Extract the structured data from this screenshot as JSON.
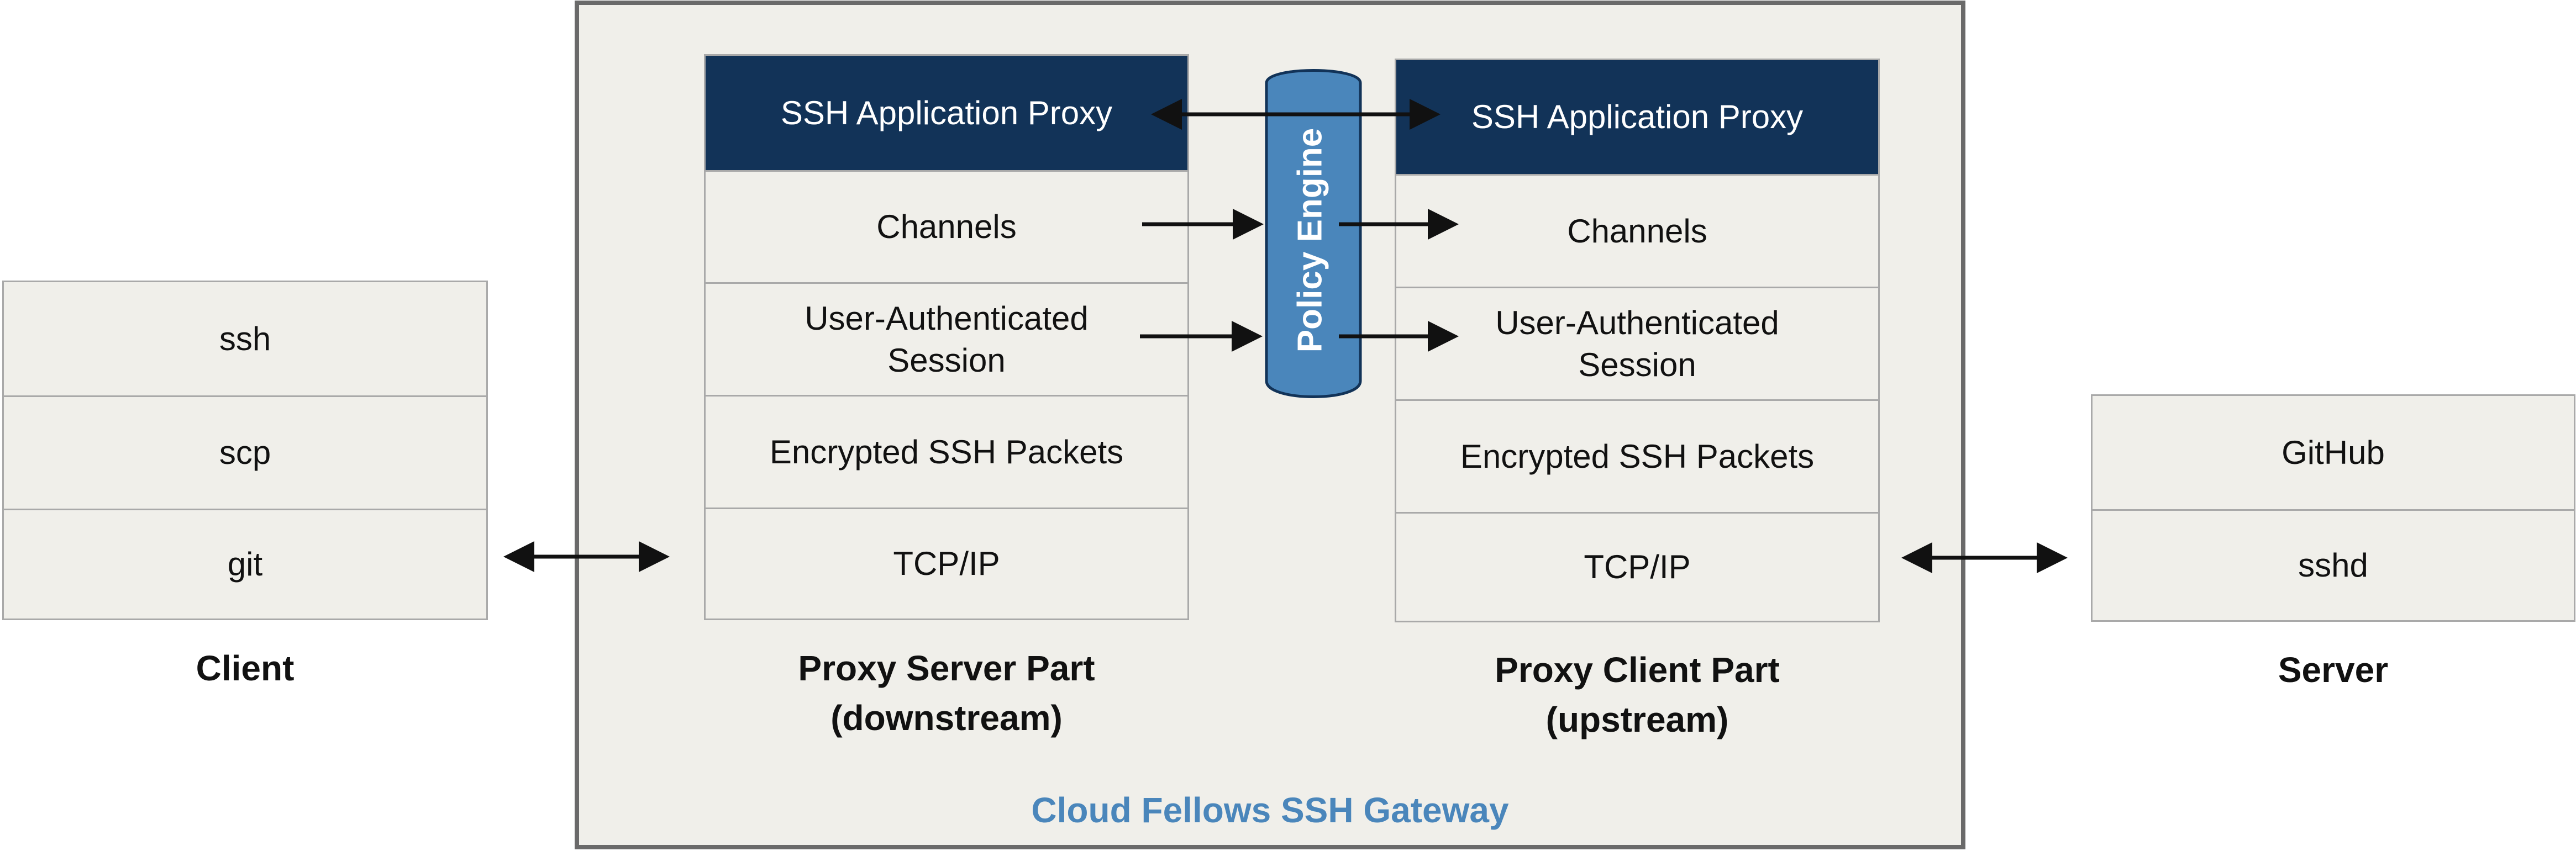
{
  "client": {
    "items": [
      "ssh",
      "scp",
      "git"
    ],
    "label": "Client"
  },
  "proxy_server": {
    "layers": [
      "SSH Application Proxy",
      "Channels",
      "User-Authenticated\nSession",
      "Encrypted SSH Packets",
      "TCP/IP"
    ],
    "label": "Proxy Server Part\n(downstream)"
  },
  "proxy_client": {
    "layers": [
      "SSH Application Proxy",
      "Channels",
      "User-Authenticated\nSession",
      "Encrypted SSH Packets",
      "TCP/IP"
    ],
    "label": "Proxy Client Part\n(upstream)"
  },
  "server": {
    "items": [
      "GitHub",
      "sshd"
    ],
    "label": "Server"
  },
  "policy_engine": {
    "label": "Policy Engine"
  },
  "gateway": {
    "label": "Cloud Fellows SSH Gateway"
  },
  "colors": {
    "layer_fill": "#f0efea",
    "header_fill": "#123358",
    "policy_fill": "#4a86bb",
    "gateway_label": "#4a86bb"
  }
}
